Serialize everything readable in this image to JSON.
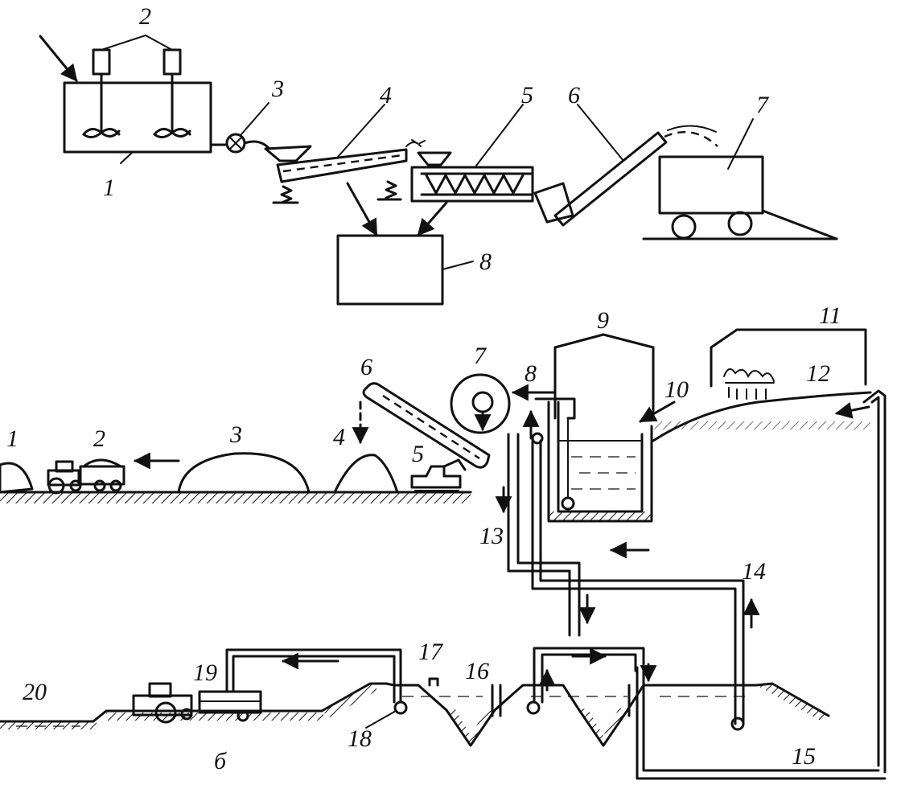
{
  "top_scheme": {
    "labels": [
      "1",
      "2",
      "3",
      "4",
      "5",
      "6",
      "7",
      "8"
    ]
  },
  "bottom_scheme": {
    "labels": [
      "1",
      "2",
      "3",
      "4",
      "5",
      "6",
      "7",
      "8",
      "9",
      "10",
      "11",
      "12",
      "13",
      "14",
      "15",
      "16",
      "17",
      "18",
      "19",
      "20"
    ],
    "sub_label": "б"
  }
}
